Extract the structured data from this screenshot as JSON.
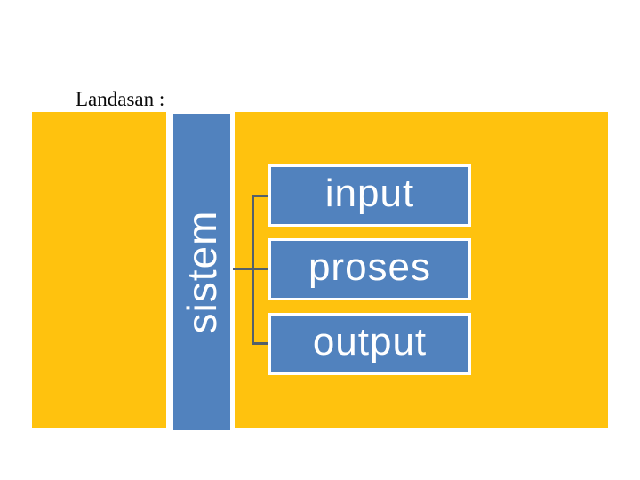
{
  "slide": {
    "title": "Landasan :",
    "diagram": {
      "root_label": "sistem",
      "children": [
        {
          "label": "input"
        },
        {
          "label": "proses"
        },
        {
          "label": "output"
        }
      ]
    },
    "colors": {
      "page_background": "#ffffff",
      "banner_yellow": "#FFC20E",
      "shape_blue": "#5182BE",
      "connector_gray": "#53606B",
      "box_border_white": "#ffffff",
      "title_text": "#0a0a0a",
      "label_text": "#ffffff"
    }
  }
}
